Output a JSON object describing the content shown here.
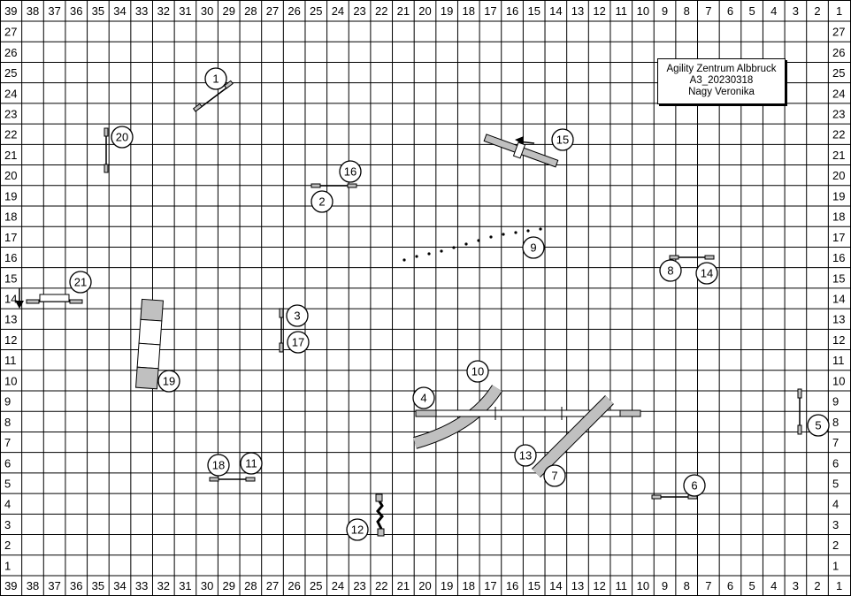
{
  "grid": {
    "columns": [
      "39",
      "38",
      "37",
      "36",
      "35",
      "34",
      "33",
      "32",
      "31",
      "30",
      "29",
      "28",
      "27",
      "26",
      "25",
      "24",
      "23",
      "22",
      "21",
      "20",
      "19",
      "18",
      "17",
      "16",
      "15",
      "14",
      "13",
      "12",
      "11",
      "10",
      "9",
      "8",
      "7",
      "6",
      "5",
      "4",
      "3",
      "2",
      "1"
    ],
    "rows": [
      "27",
      "26",
      "25",
      "24",
      "23",
      "22",
      "21",
      "20",
      "19",
      "18",
      "17",
      "16",
      "15",
      "14",
      "13",
      "12",
      "11",
      "10",
      "9",
      "8",
      "7",
      "6",
      "5",
      "4",
      "3",
      "2",
      "1"
    ]
  },
  "info": {
    "line1": "Agility Zentrum Albbruck",
    "line2": "A3_20230318",
    "line3": "Nagy Veronika"
  },
  "obstacles": [
    "1",
    "2",
    "3",
    "4",
    "5",
    "6",
    "7",
    "8",
    "9",
    "10",
    "11",
    "12",
    "13",
    "14",
    "15",
    "16",
    "17",
    "18",
    "19",
    "20",
    "21"
  ],
  "colors": {
    "grid": "#000000",
    "obstacle_fill": "#c0c0c0",
    "background": "#ffffff"
  }
}
